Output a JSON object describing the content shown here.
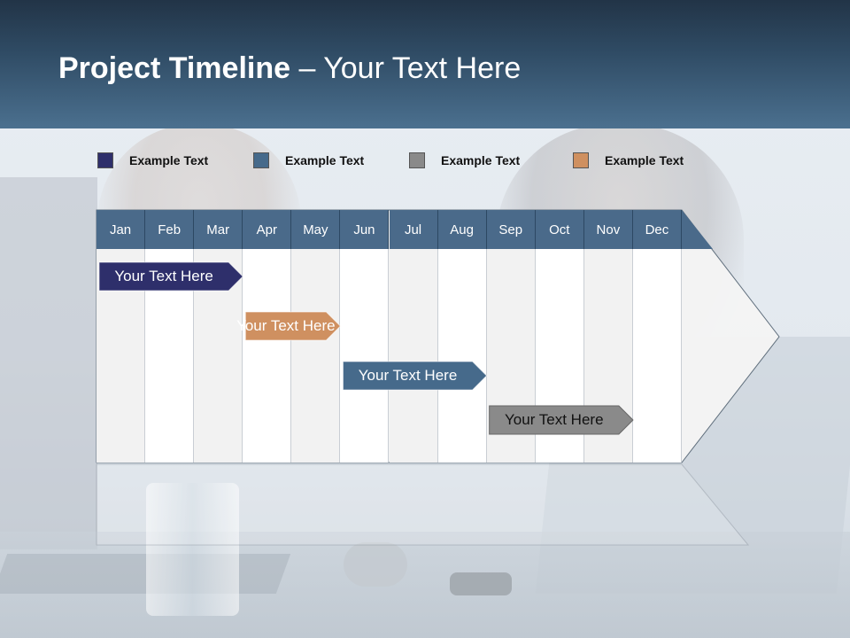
{
  "header": {
    "title_bold": "Project Timeline",
    "title_rest": " – Your Text Here"
  },
  "legend": [
    {
      "label": "Example Text",
      "color": "#2e2f6b"
    },
    {
      "label": "Example Text",
      "color": "#466a8b"
    },
    {
      "label": "Example Text",
      "color": "#8a8a8a"
    },
    {
      "label": "Example Text",
      "color": "#cf9060"
    }
  ],
  "timeline": {
    "months": [
      "Jan",
      "Feb",
      "Mar",
      "Apr",
      "May",
      "Jun",
      "Jul",
      "Aug",
      "Sep",
      "Oct",
      "Nov",
      "Dec"
    ],
    "header_color": "#4a6a8a",
    "tasks": [
      {
        "label": "Your  Text Here",
        "color": "#2e2f6b",
        "text_color": "#ffffff",
        "start_month": "Jan",
        "end_month": "Apr"
      },
      {
        "label": "Your  Text Here",
        "color": "#cf9060",
        "text_color": "#ffffff",
        "start_month": "Apr",
        "end_month": "Jun"
      },
      {
        "label": "Your  Text Here",
        "color": "#466a8b",
        "text_color": "#ffffff",
        "start_month": "Jun",
        "end_month": "Sep"
      },
      {
        "label": "Your  Text Here",
        "color": "#8a8a8a",
        "text_color": "#111111",
        "start_month": "Sep",
        "end_month": "Dec"
      }
    ]
  }
}
